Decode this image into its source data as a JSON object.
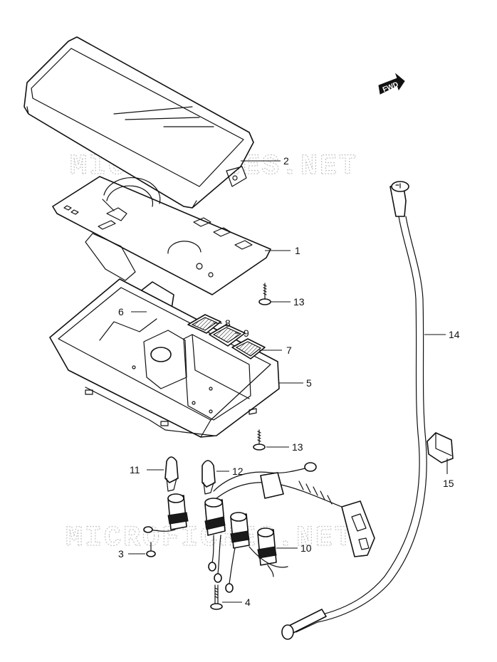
{
  "watermark": "MICROFICHES.NET",
  "forward_badge": "FWD",
  "callouts": [
    {
      "id": "c1",
      "label": "1",
      "part": "meter-face-plate"
    },
    {
      "id": "c2",
      "label": "2",
      "part": "meter-lens-cover"
    },
    {
      "id": "c3",
      "label": "3",
      "part": "screw"
    },
    {
      "id": "c4",
      "label": "4",
      "part": "bolt"
    },
    {
      "id": "c5",
      "label": "5",
      "part": "meter-case"
    },
    {
      "id": "c6",
      "label": "6",
      "part": "cushion"
    },
    {
      "id": "c7",
      "label": "7",
      "part": "indicator-lens"
    },
    {
      "id": "c8",
      "label": "8",
      "part": "indicator-lens"
    },
    {
      "id": "c9",
      "label": "9",
      "part": "indicator-lens"
    },
    {
      "id": "c10",
      "label": "10",
      "part": "bulb-socket-harness"
    },
    {
      "id": "c11",
      "label": "11",
      "part": "bulb"
    },
    {
      "id": "c12",
      "label": "12",
      "part": "bulb"
    },
    {
      "id": "c13a",
      "label": "13",
      "part": "screw"
    },
    {
      "id": "c13b",
      "label": "13",
      "part": "screw"
    },
    {
      "id": "c14",
      "label": "14",
      "part": "speedometer-cable"
    },
    {
      "id": "c15",
      "label": "15",
      "part": "cable-clamp"
    }
  ]
}
